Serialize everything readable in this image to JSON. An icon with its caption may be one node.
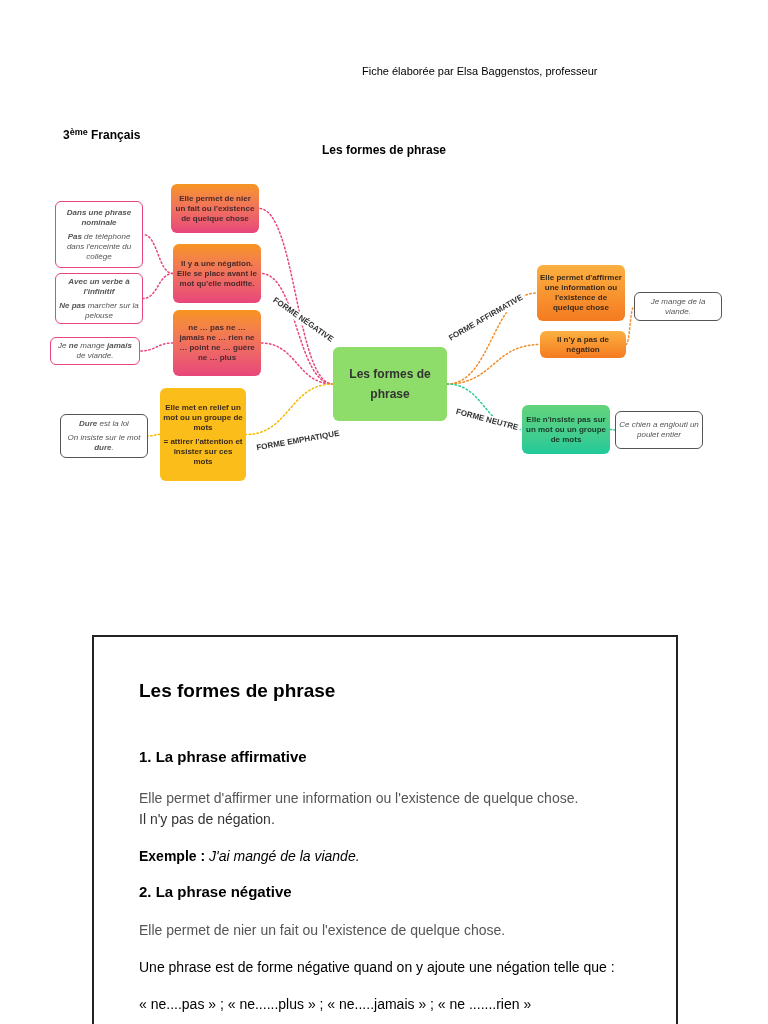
{
  "diagram": {
    "title": "Les formes de phrase",
    "nodes": [
      {
        "text": [
          "Les formes de phrase"
        ]
      },
      {
        "text": [
          "Elle permet de nier un fait ou l'existence de quelque chose"
        ]
      },
      {
        "text": [
          "Il y a une négation. Elle se place avant le mot qu'elle modifie."
        ]
      },
      {
        "text": [
          "ne … pas ne … jamais ne … rien ne … point ne … guère ne … plus"
        ]
      },
      {
        "text": [
          "Dans une phrase nominale",
          "**Pas** de téléphone dans l'enceinte du collège"
        ]
      },
      {
        "text": [
          "Avec un verbe à l'infinitif",
          "**Ne pas** marcher sur la pelouse"
        ]
      },
      {
        "text": [
          "Je **ne** mange **jamais** de viande."
        ]
      },
      {
        "text": [
          "Elle permet d'affirmer une information ou l'existence de quelque chose"
        ]
      },
      {
        "text": [
          "Il n'y a pas de négation"
        ]
      },
      {
        "text": [
          "Je mange de la viande."
        ]
      },
      {
        "text": [
          "Elle met en relief un mot ou un groupe de mots",
          "= attirer l'attention et insister sur ces mots"
        ]
      },
      {
        "text": [
          "**Dure** est la loi",
          "On insiste sur le mot **dure**."
        ]
      },
      {
        "text": [
          "Elle n'insiste pas sur un mot ou un groupe de mots"
        ]
      },
      {
        "text": [
          "Ce chien a englouti un poulet entier"
        ]
      }
    ],
    "edges": [
      {
        "from": 0,
        "to": 1,
        "arrow": "none"
      },
      {
        "from": 0,
        "to": 2,
        "arrow": "none",
        "label": "FORME NÉGATIVE"
      },
      {
        "from": 0,
        "to": 3,
        "arrow": "none"
      },
      {
        "from": 2,
        "to": 4,
        "arrow": "none"
      },
      {
        "from": 2,
        "to": 5,
        "arrow": "none"
      },
      {
        "from": 3,
        "to": 6,
        "arrow": "none"
      },
      {
        "from": 0,
        "to": 7,
        "arrow": "none",
        "label": "FORME AFFIRMATIVE",
        "color": "#f28c28"
      },
      {
        "from": 0,
        "to": 8,
        "arrow": "none",
        "color": "#f28c28"
      },
      {
        "from": 8,
        "to": 9,
        "arrow": "none",
        "color": "#f28c28"
      },
      {
        "from": 0,
        "to": 10,
        "arrow": "none",
        "label": "FORME EMPHATIQUE",
        "color": "#f5b800"
      },
      {
        "from": 10,
        "to": 11,
        "arrow": "none",
        "color": "#f5b800"
      },
      {
        "from": 0,
        "to": 12,
        "arrow": "none",
        "label": "FORME NEUTRE",
        "color": "#2ecc8f"
      },
      {
        "from": 12,
        "to": 13,
        "arrow": "none",
        "color": "#2ecc8f"
      }
    ],
    "labels": [
      "3$^{ème}$ Français",
      "Fiche élaborée par Elsa Baggenstos, professeur",
      "Les formes de phrase",
      "1. La phrase affirmative",
      "Elle permet d'affirmer une information ou l'existence de quelque chose.",
      "Il n'y pas de négation.",
      "**Exemple :** *J'ai mangé de la viande.*",
      "2. La phrase négative",
      "Elle permet de nier un fait ou l'existence de quelque chose.",
      "Une phrase est de forme négative quand on y ajoute une négation telle que :",
      "« ne....pas » ; « ne......plus » ; « ne.....jamais » ; « ne .......rien »"
    ]
  }
}
